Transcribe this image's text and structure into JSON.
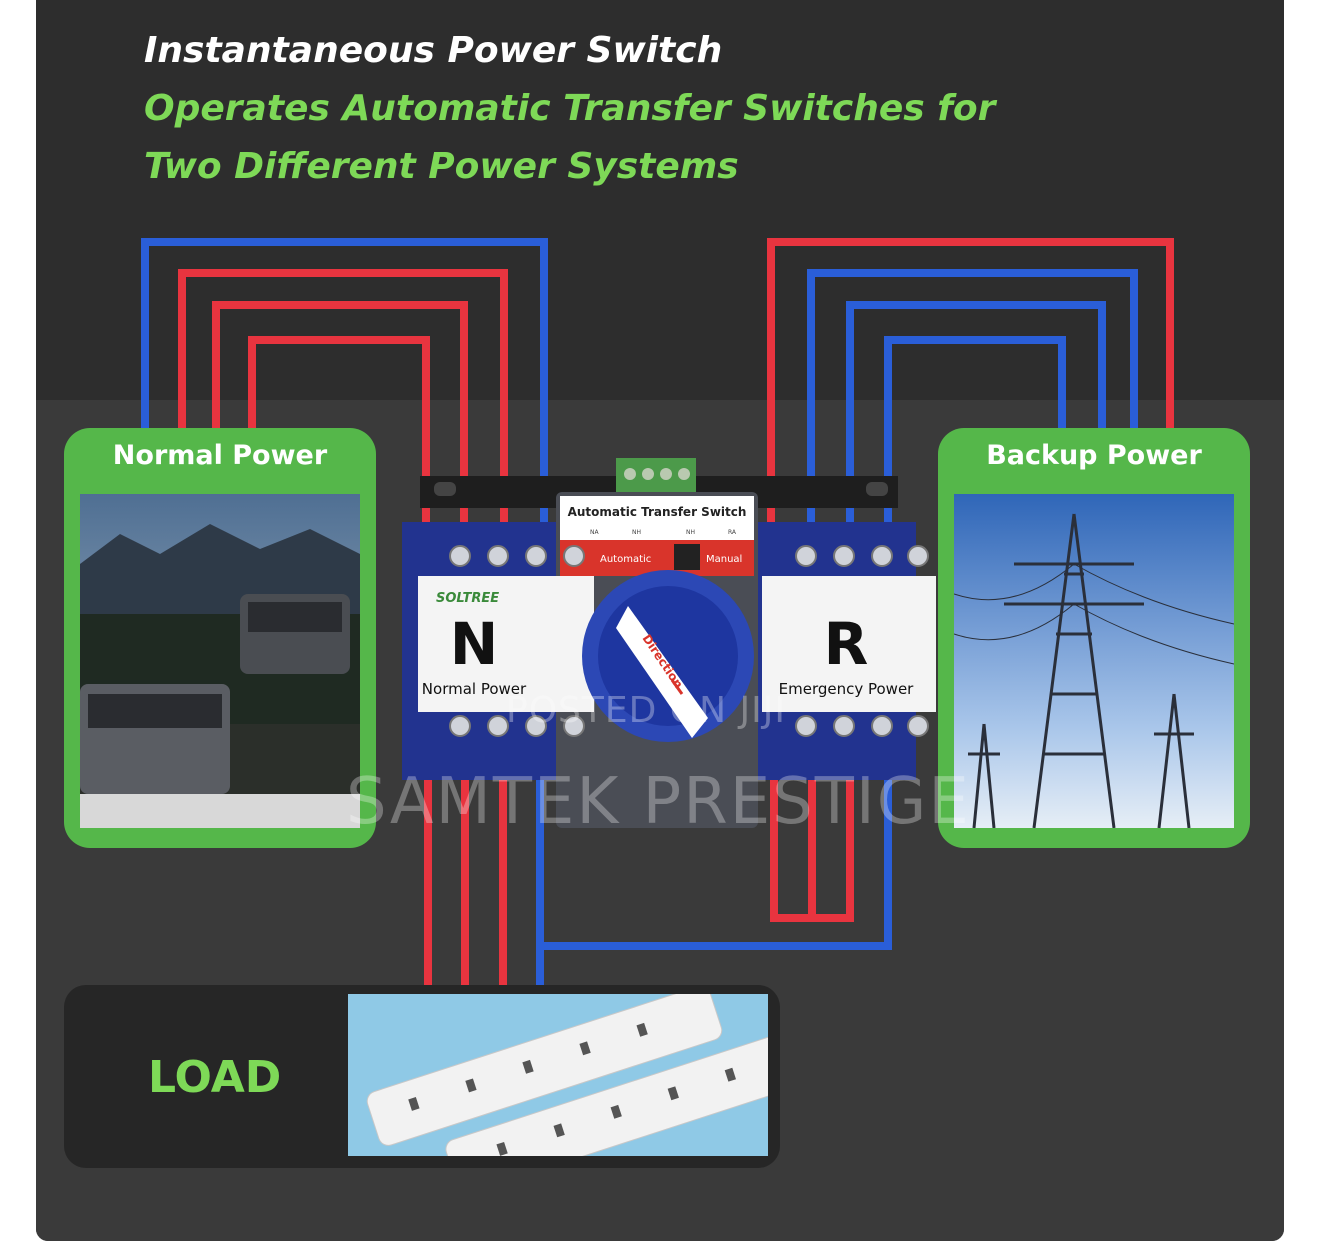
{
  "heading": {
    "line1": "Instantaneous Power Switch",
    "line2": "Operates Automatic Transfer Switches for",
    "line3": "Two Different Power Systems"
  },
  "left_card": {
    "title": "Normal Power"
  },
  "right_card": {
    "title": "Backup Power"
  },
  "switch": {
    "top_label": "Automatic Transfer Switch",
    "indicators": [
      "NA",
      "NH",
      "NH",
      "RA"
    ],
    "mode_automatic": "Automatic",
    "mode_manual": "Manual",
    "brand": "SOLTREE",
    "left_letter": "N",
    "left_caption": "Normal Power",
    "right_letter": "R",
    "right_caption": "Emergency Power",
    "knob_text": "Direction"
  },
  "load": {
    "label": "LOAD"
  },
  "watermark": {
    "line1": "POSTED ON JIJI",
    "line2": "SAMTEK PRESTIGE"
  },
  "colors": {
    "accent_green": "#7ed957",
    "card_green": "#55b74a",
    "wire_red": "#e8343f",
    "wire_blue": "#2a5ed8"
  }
}
